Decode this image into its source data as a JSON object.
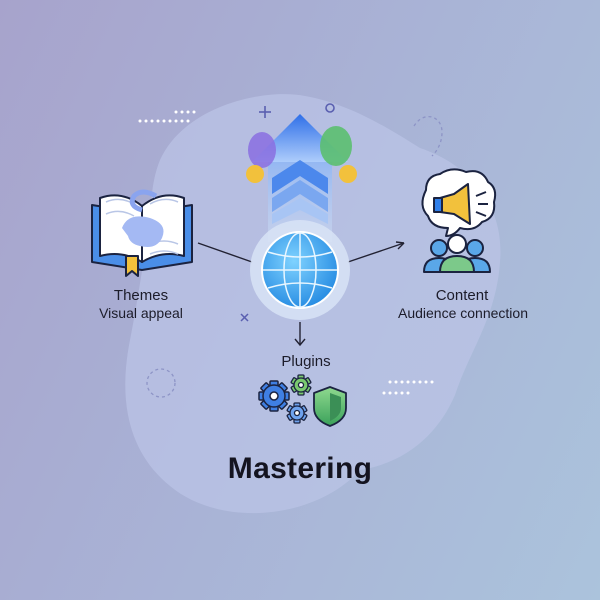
{
  "title": "Mastering",
  "nodes": {
    "themes": {
      "title": "Themes",
      "subtitle": "Visual appeal",
      "icon": "open-book-icon"
    },
    "content": {
      "title": "Content",
      "subtitle": "Audience connection",
      "icon": "megaphone-audience-icon"
    },
    "plugins": {
      "title": "Plugins",
      "icon": "gears-shield-icon"
    },
    "center": {
      "icon": "globe-icon"
    }
  },
  "colors": {
    "background_start": "#a7a3cc",
    "background_end": "#abc3dc",
    "blob": "#bcc3e6",
    "accent_blue": "#2f7fea",
    "globe": "#36a9f0",
    "green": "#5bbf70",
    "purple": "#8a6ee0",
    "yellow": "#f2c13c",
    "text_dark": "#141420"
  }
}
